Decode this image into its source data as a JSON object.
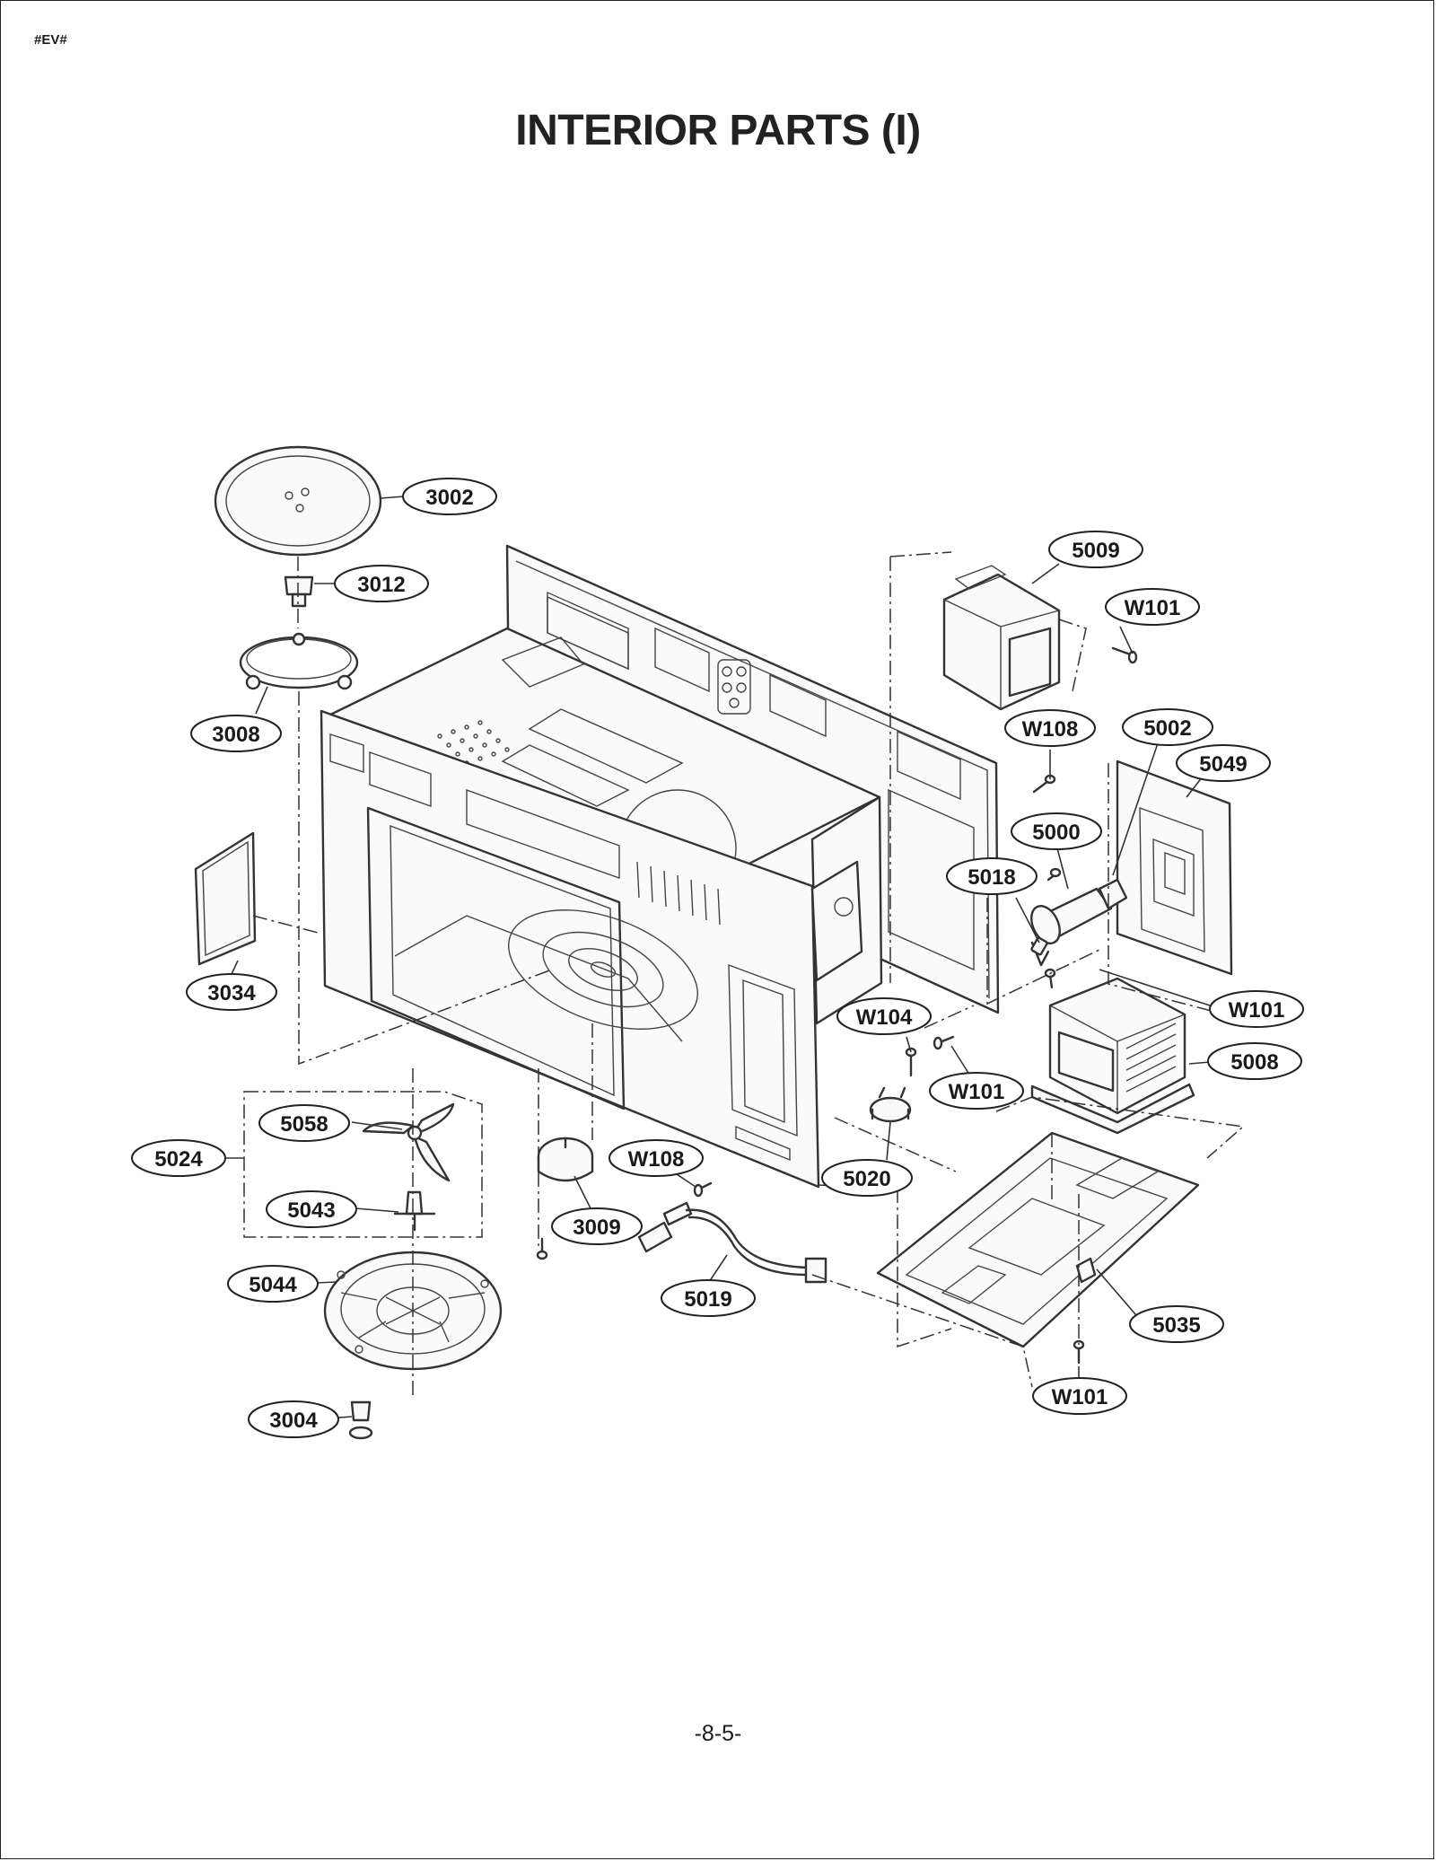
{
  "header": {
    "tag": "#EV#",
    "title": "INTERIOR PARTS (I)"
  },
  "footer": {
    "page_number": "-8-5-"
  },
  "callouts": {
    "c3002": "3002",
    "c3012": "3012",
    "c3008": "3008",
    "c3034": "3034",
    "c5009": "5009",
    "cW101a": "W101",
    "cW108a": "W108",
    "c5002": "5002",
    "c5049": "5049",
    "c5000": "5000",
    "c5018": "5018",
    "cW101b": "W101",
    "cW104": "W104",
    "c5008": "5008",
    "cW101c": "W101",
    "c5058": "5058",
    "c5024": "5024",
    "c5043": "5043",
    "cW108b": "W108",
    "c5020": "5020",
    "c3009": "3009",
    "c5044": "5044",
    "c5019": "5019",
    "c5035": "5035",
    "cW101d": "W101",
    "c3004": "3004"
  }
}
